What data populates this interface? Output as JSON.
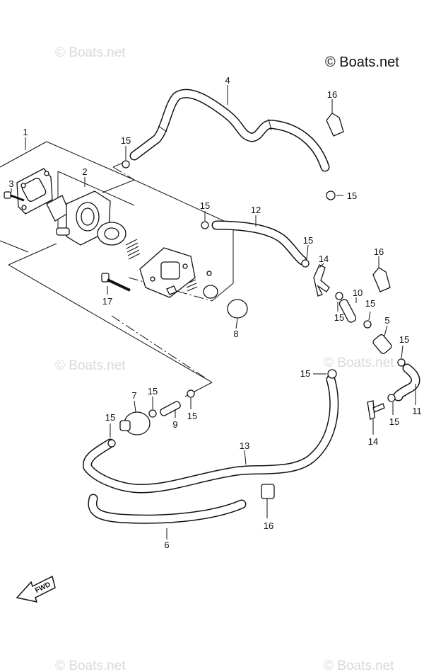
{
  "watermarks": [
    "© Boats.net",
    "© Boats.net",
    "© Boats.net",
    "© Boats.net",
    "© Boats.net",
    "© Boats.net"
  ],
  "copyright": "© Boats.net",
  "fwd_label": "FWD",
  "callouts": [
    "1",
    "2",
    "3",
    "4",
    "5",
    "6",
    "7",
    "8",
    "9",
    "10",
    "11",
    "12",
    "13",
    "14",
    "14",
    "15",
    "15",
    "15",
    "15",
    "15",
    "15",
    "15",
    "15",
    "15",
    "15",
    "15",
    "15",
    "16",
    "16",
    "16",
    "17"
  ]
}
